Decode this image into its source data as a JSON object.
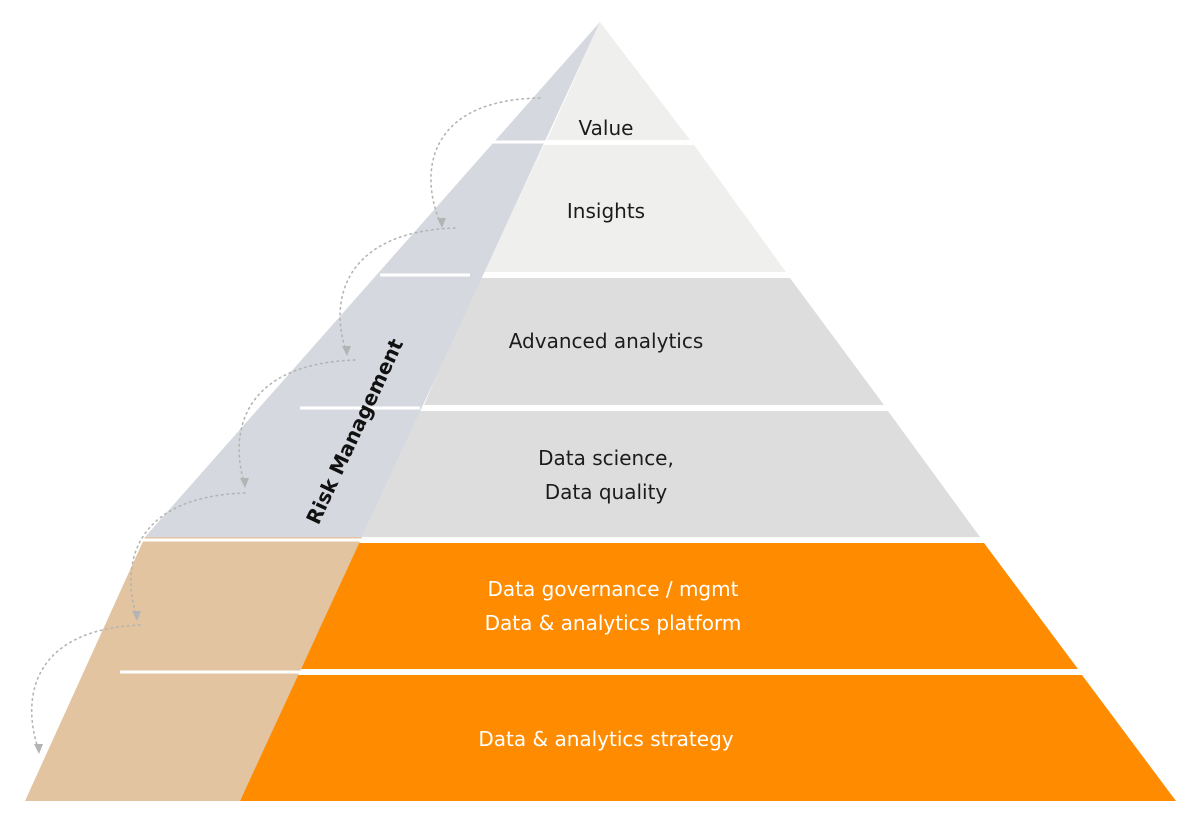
{
  "diagram": {
    "title": "Data & analytics pyramid",
    "side_label": "Risk Management",
    "levels": [
      {
        "id": "value",
        "lines": [
          "Value"
        ]
      },
      {
        "id": "insights",
        "lines": [
          "Insights"
        ]
      },
      {
        "id": "advanced-analytics",
        "lines": [
          "Advanced analytics"
        ]
      },
      {
        "id": "data-science",
        "lines": [
          "Data science,",
          "Data quality"
        ]
      },
      {
        "id": "data-governance",
        "lines": [
          "Data governance / mgmt",
          "Data & analytics platform"
        ]
      },
      {
        "id": "strategy",
        "lines": [
          "Data & analytics strategy"
        ]
      }
    ],
    "colors": {
      "top": "#efefee",
      "middle": "#dddddd",
      "base": "#ff8c00",
      "risk_band": "#d5d8df",
      "base_band": "#e2c4a1",
      "arrows": "#b4b4b4"
    }
  }
}
